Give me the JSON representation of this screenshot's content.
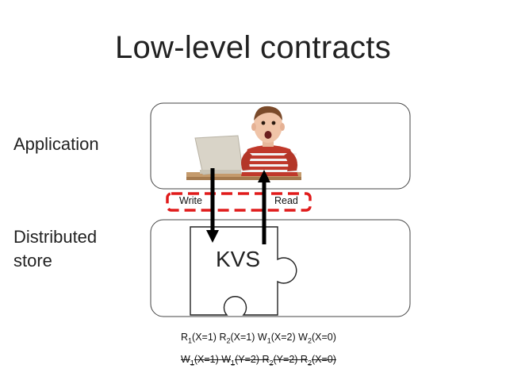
{
  "title": "Low-level contracts",
  "layers": {
    "application": "Application",
    "store": "Distributed store"
  },
  "component": "KVS",
  "arrows": {
    "write": "Write",
    "read": "Read"
  },
  "history1": [
    {
      "op": "R",
      "proc": "1",
      "arg": "(X=1)"
    },
    {
      "op": "R",
      "proc": "2",
      "arg": "(X=1)"
    },
    {
      "op": "W",
      "proc": "1",
      "arg": "(X=2)"
    },
    {
      "op": "W",
      "proc": "2",
      "arg": "(X=0)"
    }
  ],
  "history2": [
    {
      "op": "W",
      "proc": "1",
      "arg": "(X=1)"
    },
    {
      "op": "W",
      "proc": "1",
      "arg": "(Y=2)"
    },
    {
      "op": "R",
      "proc": "2",
      "arg": "(Y=2)"
    },
    {
      "op": "R",
      "proc": "2",
      "arg": "(X=0)"
    }
  ],
  "history2_struck": true,
  "colors": {
    "interface_box": "#e01b1b",
    "arrow": "#000000"
  },
  "illustration": "child-at-laptop-photo"
}
